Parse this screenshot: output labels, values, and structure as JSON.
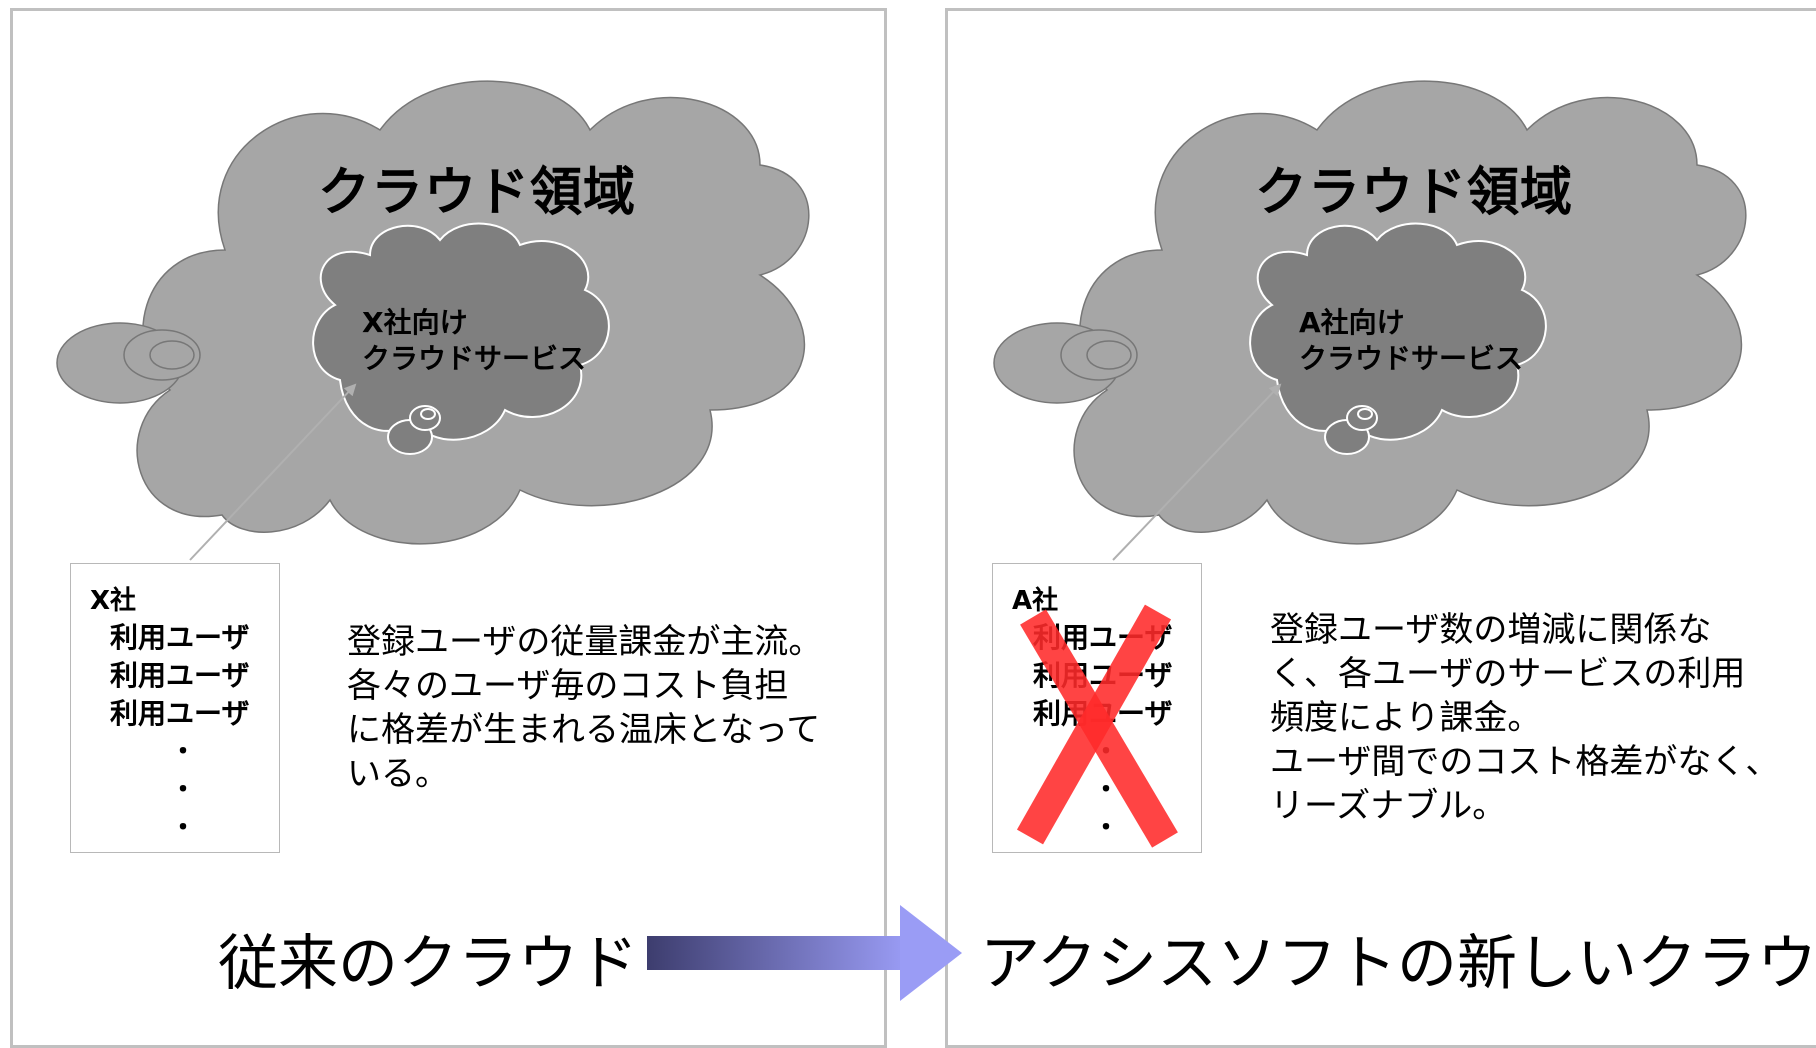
{
  "left": {
    "cloud_title": "クラウド領域",
    "service_lines": [
      "X社向け",
      "クラウドサービス"
    ],
    "company": "X社",
    "users": [
      "利用ユーザ",
      "利用ユーザ",
      "利用ユーザ"
    ],
    "dots": [
      "・",
      "・",
      "・"
    ],
    "description_lines": [
      "登録ユーザの従量課金が主流。",
      "各々のユーザ毎のコスト負担",
      "に格差が生まれる温床となって",
      "いる。"
    ],
    "bottom_label": "従来のクラウド"
  },
  "right": {
    "cloud_title": "クラウド領域",
    "service_lines": [
      "A社向け",
      "クラウドサービス"
    ],
    "company": "A社",
    "users": [
      "利用ユーザ",
      "利用ユーザ",
      "利用ユーザ"
    ],
    "dots": [
      "・",
      "・",
      "・"
    ],
    "description_lines": [
      "登録ユーザ数の増減に関係な",
      "く、各ユーザのサービスの利用",
      "頻度により課金。",
      "ユーザ間でのコスト格差がなく、",
      "リーズナブル。"
    ],
    "bottom_label": "アクシスソフトの新しいクラウド"
  },
  "colors": {
    "outer_cloud": "#a6a6a6",
    "inner_cloud": "#7f7f7f",
    "cross": "#ff2a2a",
    "arrow_start": "#3d3d6e",
    "arrow_end": "#9a9cf5"
  }
}
